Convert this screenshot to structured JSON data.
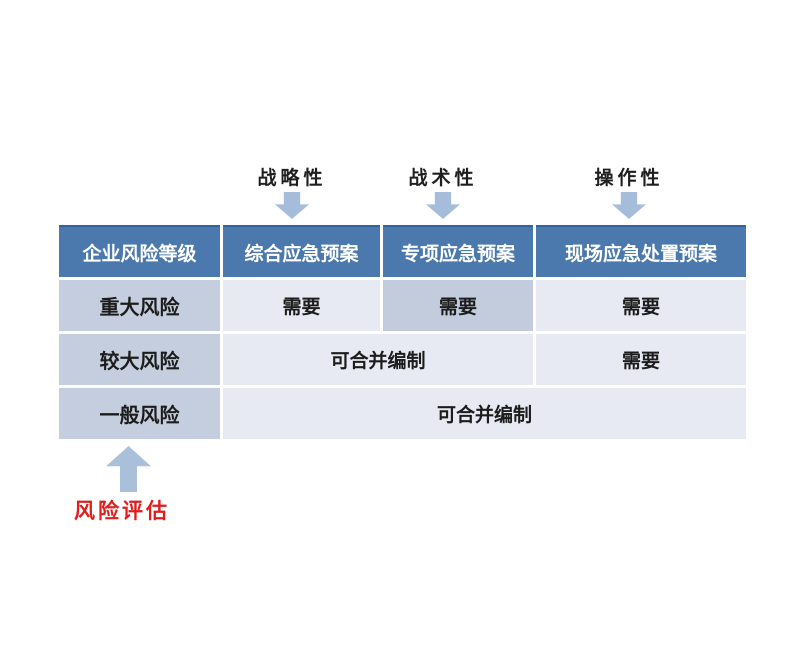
{
  "annotations": {
    "top_labels": [
      "战略性",
      "战术性",
      "操作性"
    ],
    "bottom_label": "风险评估"
  },
  "table": {
    "header": [
      "企业风险等级",
      "综合应急预案",
      "专项应急预案",
      "现场应急处置预案"
    ],
    "rows": [
      {
        "label": "重大风险",
        "cells": [
          "需要",
          "需要",
          "需要"
        ]
      },
      {
        "label": "较大风险",
        "cells": [
          "可合并编制",
          "需要"
        ]
      },
      {
        "label": "一般风险",
        "cells": [
          "可合并编制"
        ]
      }
    ]
  },
  "icons": {
    "down_arrow": "down-arrow-icon",
    "up_arrow": "up-arrow-icon"
  },
  "colors": {
    "header_bg": "#4b79ad",
    "header_top_border": "#33639c",
    "header_text": "#ffffff",
    "row_label_bg": "#c5cede",
    "cell_bg": "#e7eaf2",
    "highlight_cell_bg": "#c3ccdc",
    "arrow_fill": "#a5bddb",
    "annotation_text": "#1f1f1f",
    "risk_assessment_text": "#e01d1d",
    "background": "#ffffff"
  }
}
